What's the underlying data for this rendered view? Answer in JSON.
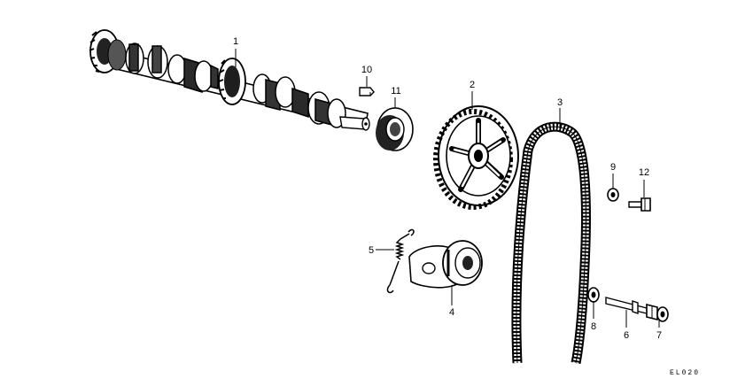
{
  "callouts": {
    "c1": "1",
    "c2": "2",
    "c3": "3",
    "c4": "4",
    "c5": "5",
    "c6": "6",
    "c7": "7",
    "c8": "8",
    "c9": "9",
    "c10": "10",
    "c11": "11",
    "c12": "12"
  },
  "drawing_code": "EL020"
}
